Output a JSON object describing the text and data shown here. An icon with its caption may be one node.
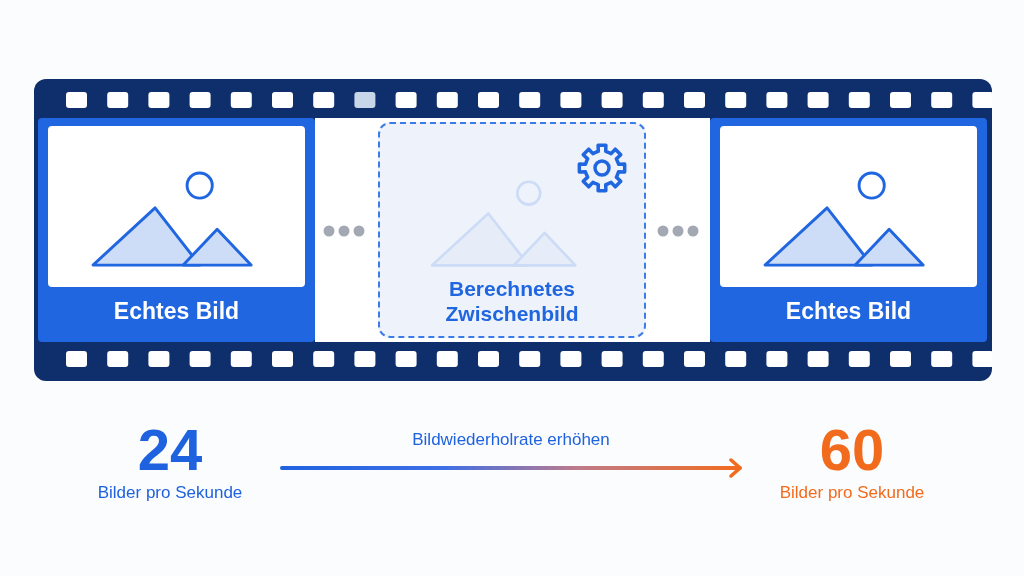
{
  "diagram": {
    "nodes": [
      {
        "text": [
          "Echtes Bild"
        ]
      },
      {
        "text": [
          "Berechnetes Zwischenbild"
        ]
      },
      {
        "text": [
          "Echtes Bild"
        ]
      },
      {
        "text": [
          "24",
          "Bilder pro Sekunde"
        ]
      },
      {
        "text": [
          "60",
          "Bilder pro Sekunde"
        ]
      }
    ],
    "edges": [
      {
        "from": 3,
        "to": 4,
        "arrow": "to",
        "label": "Bildwiederholrate erhöhen"
      }
    ]
  }
}
